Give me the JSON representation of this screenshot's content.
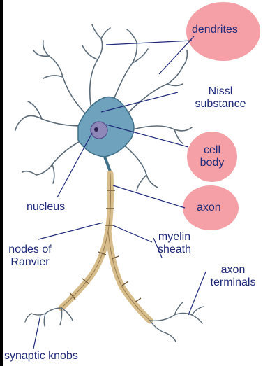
{
  "labels": {
    "dendrites": "dendrites",
    "nissl_1": "Nissl",
    "nissl_2": "substance",
    "cell_body_1": "cell",
    "cell_body_2": "body",
    "axon": "axon",
    "nucleus": "nucleus",
    "myelin_1": "myelin",
    "myelin_2": "sheath",
    "nodes_1": "nodes of",
    "nodes_2": "Ranvier",
    "terminals_1": "axon",
    "terminals_2": "terminals",
    "knobs": "synaptic knobs"
  },
  "colors": {
    "label_text": "#1f2a7a",
    "highlight": "#f4a0a6",
    "soma": "#6fa2bd",
    "dendrite": "#5b6b78",
    "axon": "#d7bd8c",
    "pointer": "#1f2a7a"
  }
}
